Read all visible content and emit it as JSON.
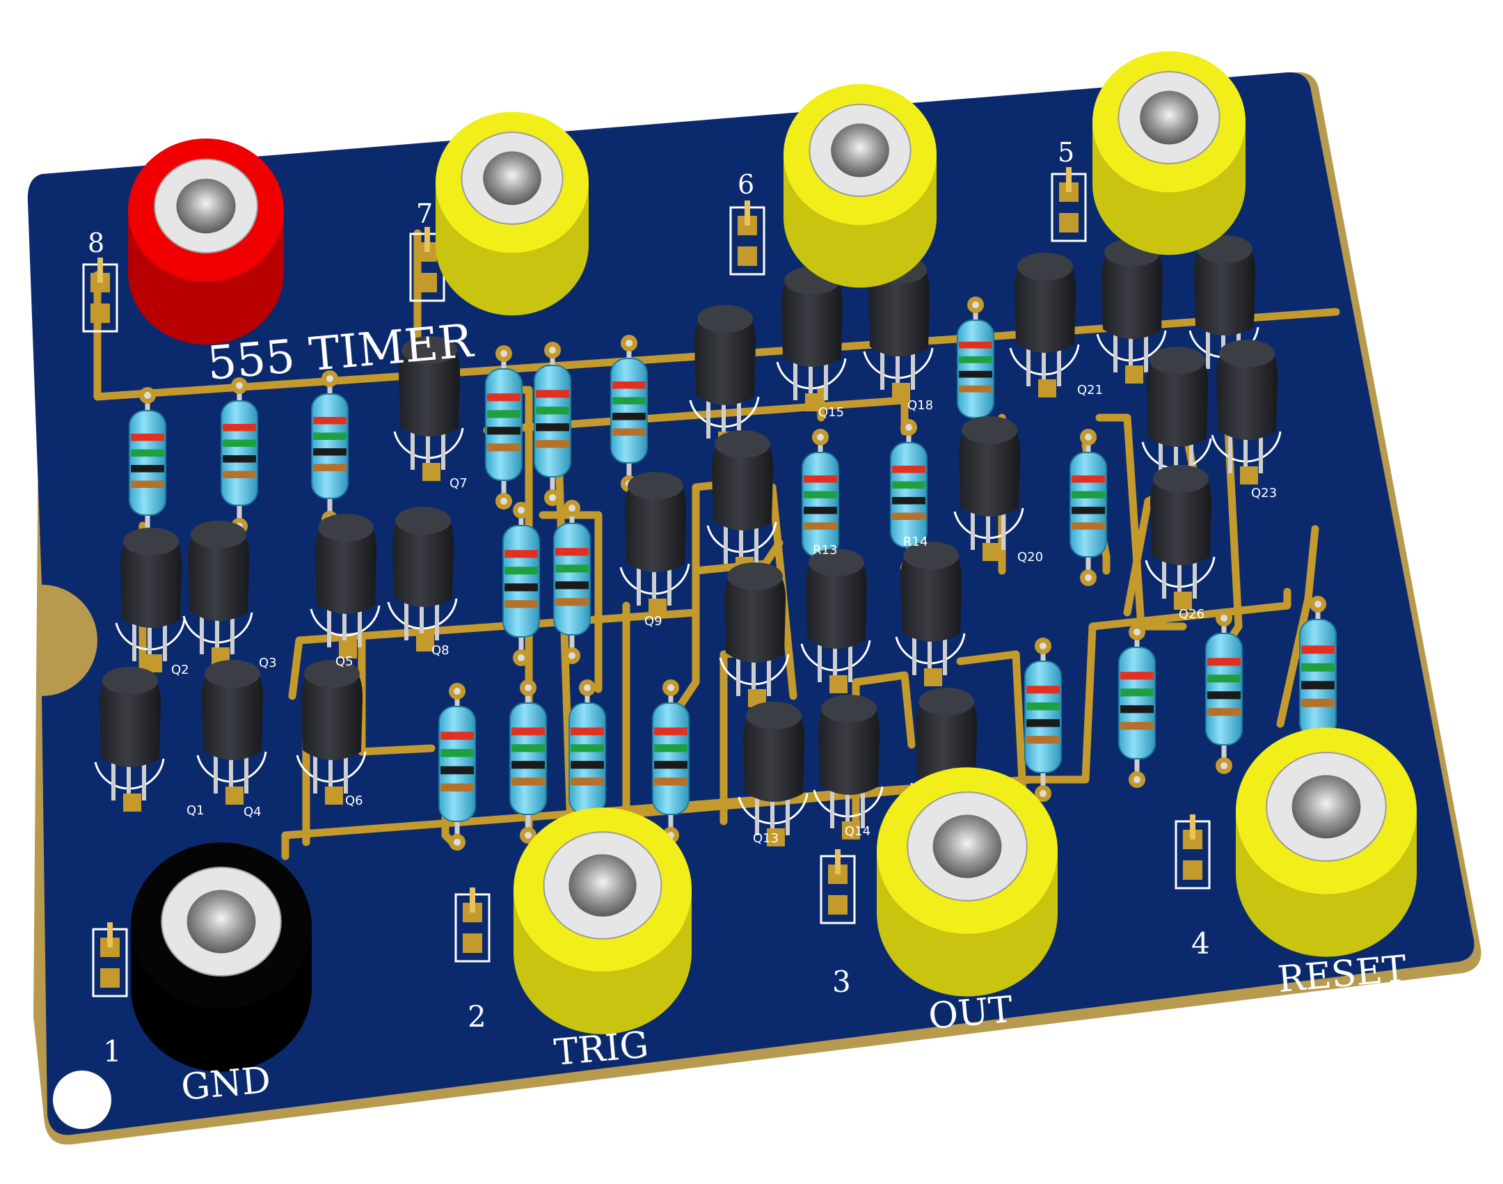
{
  "board": {
    "title": "555 TIMER",
    "colors": {
      "soldermask": "#0b2a6e",
      "copper": "#c49a2c",
      "board_edge": "#d6c28a",
      "resistor_body": "#59c4e6",
      "transistor": "#2e3136",
      "jack_red": "#f00000",
      "jack_yellow": "#f2ee1a",
      "jack_black": "#050505"
    }
  },
  "pins": {
    "p1": "1",
    "p2": "2",
    "p3": "3",
    "p4": "4",
    "p5": "5",
    "p6": "6",
    "p7": "7",
    "p8": "8"
  },
  "signals": {
    "gnd": "GND",
    "trig": "TRIG",
    "out": "OUT",
    "reset": "RESET"
  },
  "jacks": [
    {
      "id": "jack-8",
      "color": "red"
    },
    {
      "id": "jack-7",
      "color": "yellow"
    },
    {
      "id": "jack-6",
      "color": "yellow"
    },
    {
      "id": "jack-5",
      "color": "yellow"
    },
    {
      "id": "jack-1",
      "color": "black"
    },
    {
      "id": "jack-2",
      "color": "yellow"
    },
    {
      "id": "jack-3",
      "color": "yellow"
    },
    {
      "id": "jack-4",
      "color": "yellow"
    }
  ],
  "transistor_labels": {
    "q1": "Q1",
    "q2": "Q2",
    "q3": "Q3",
    "q4": "Q4",
    "q5": "Q5",
    "q6": "Q6",
    "q7": "Q7",
    "q8": "Q8",
    "q9": "Q9",
    "q13": "Q13",
    "q14": "Q14",
    "q15": "Q15",
    "q18": "Q18",
    "q20": "Q20",
    "q21": "Q21",
    "q23": "Q23",
    "q26": "Q26"
  },
  "resistor_labels": {
    "r13": "R13",
    "r14": "R14"
  }
}
